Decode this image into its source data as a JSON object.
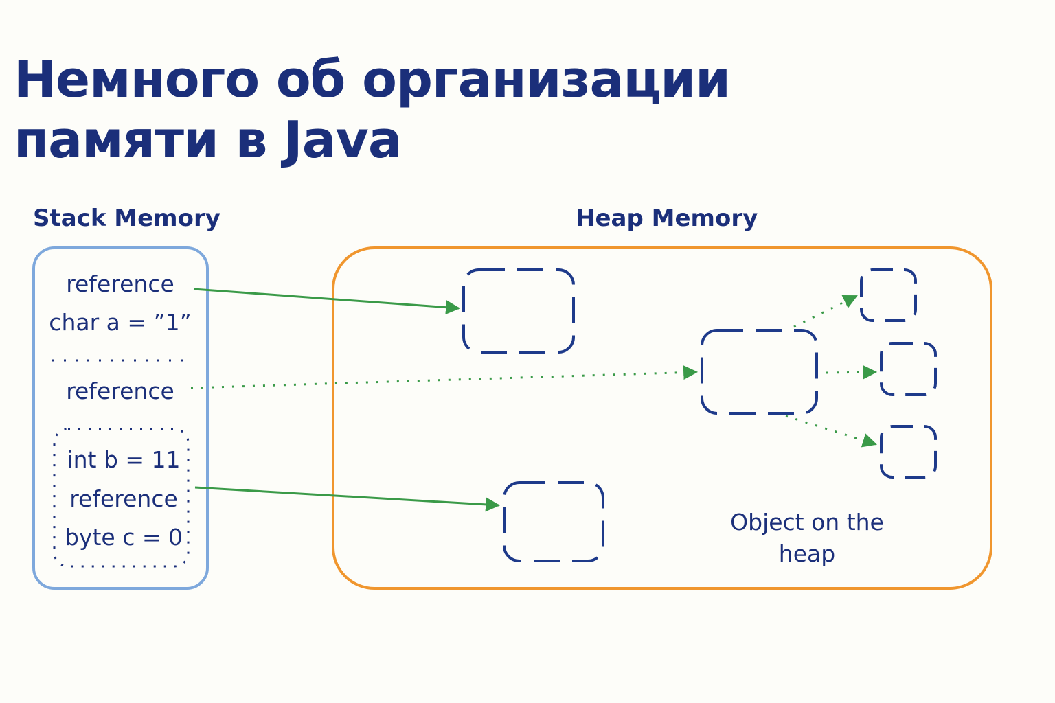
{
  "title": {
    "line1": "Немного об организации",
    "line2": "памяти в Java"
  },
  "stack": {
    "label": "Stack Memory",
    "items": [
      "reference",
      "char a = ”1”",
      "reference",
      "int b = 11",
      "reference",
      "byte c = 0"
    ]
  },
  "heap": {
    "label": "Heap Memory",
    "caption_line1": "Object on the",
    "caption_line2": "heap"
  },
  "colors": {
    "text": "#1b2f7a",
    "stack_border": "#7ea8dc",
    "heap_border": "#f0962e",
    "arrow": "#3a9a48",
    "object_border": "#1e3a8a"
  }
}
